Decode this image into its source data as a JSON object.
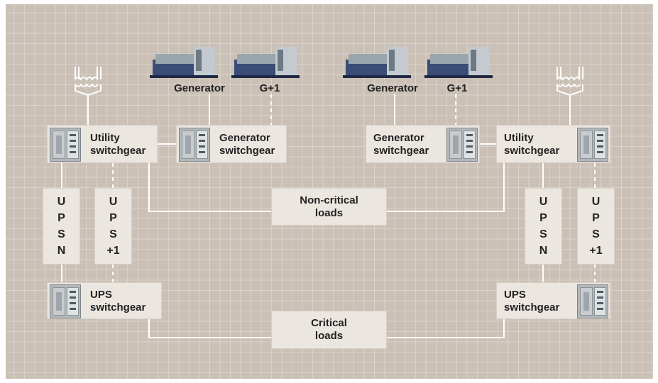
{
  "colors": {
    "background": "#cbc0b5",
    "box_fill": "#ece6e0",
    "line": "#ffffff",
    "text": "#222222"
  },
  "left": {
    "generator_label": "Generator",
    "redundant_generator_label": "G+1",
    "utility_switchgear": [
      "Utility",
      "switchgear"
    ],
    "generator_switchgear": [
      "Generator",
      "switchgear"
    ],
    "ups_n": [
      "U",
      "P",
      "S",
      "N"
    ],
    "ups_plus1": [
      "U",
      "P",
      "S",
      "+1"
    ],
    "ups_switchgear": [
      "UPS",
      "switchgear"
    ]
  },
  "right": {
    "generator_label": "Generator",
    "redundant_generator_label": "G+1",
    "utility_switchgear": [
      "Utility",
      "switchgear"
    ],
    "generator_switchgear": [
      "Generator",
      "switchgear"
    ],
    "ups_n": [
      "U",
      "P",
      "S",
      "N"
    ],
    "ups_plus1": [
      "U",
      "P",
      "S",
      "+1"
    ],
    "ups_switchgear": [
      "UPS",
      "switchgear"
    ]
  },
  "non_critical_loads": [
    "Non-critical",
    "loads"
  ],
  "critical_loads": [
    "Critical",
    "loads"
  ],
  "icons": {
    "transformer": "transformer-icon",
    "generator": "generator-set-icon",
    "switchgear": "switchgear-cabinet-icon"
  }
}
